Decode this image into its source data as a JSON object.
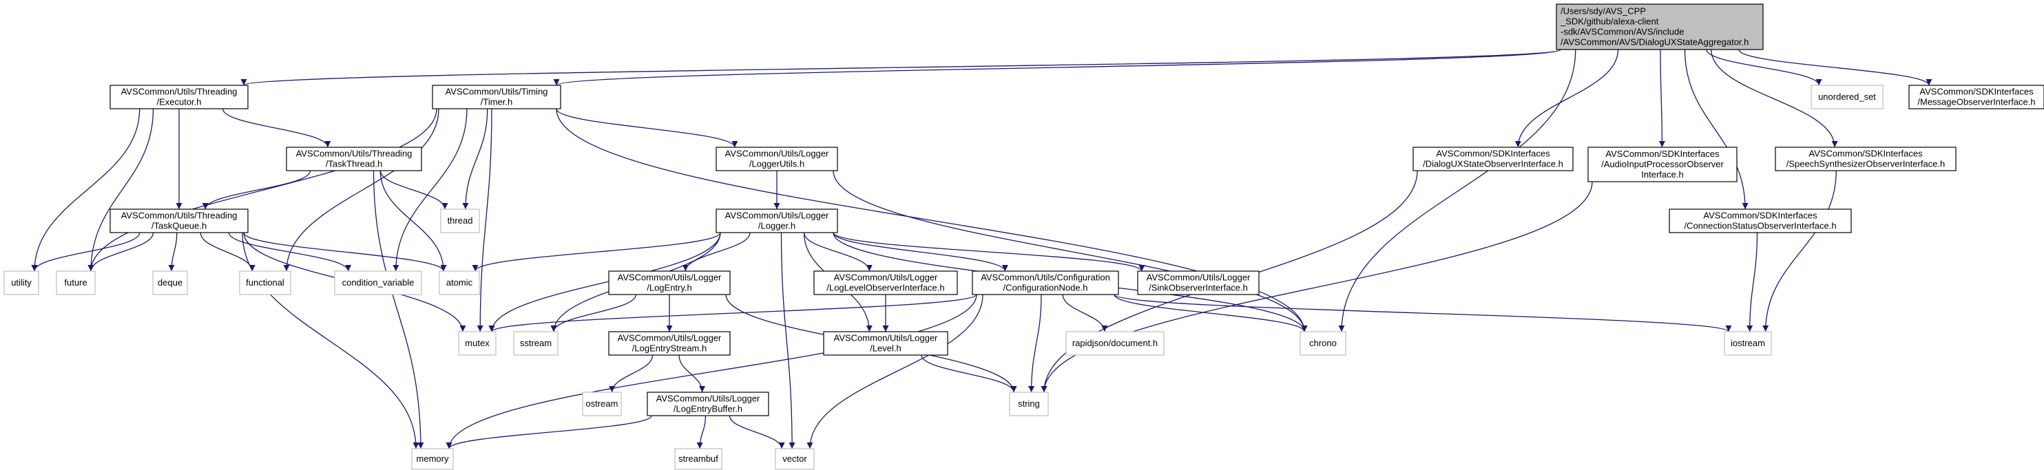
{
  "colors": {
    "edge": "#191970",
    "root_fill": "#bfbfbf",
    "node_border": "#000000",
    "system_border": "#bfbfbf",
    "background": "#ffffff"
  },
  "nodes": [
    {
      "id": "root",
      "lines": [
        "/Users/sdy/AVS_CPP",
        "_SDK/github/alexa-client",
        "-sdk/AVSCommon/AVS/include",
        "/AVSCommon/AVS/DialogUXStateAggregator.h"
      ],
      "kind": "root"
    },
    {
      "id": "executor",
      "lines": [
        "AVSCommon/Utils/Threading",
        "/Executor.h"
      ],
      "kind": "file"
    },
    {
      "id": "timer",
      "lines": [
        "AVSCommon/Utils/Timing",
        "/Timer.h"
      ],
      "kind": "file"
    },
    {
      "id": "taskthread",
      "lines": [
        "AVSCommon/Utils/Threading",
        "/TaskThread.h"
      ],
      "kind": "file"
    },
    {
      "id": "taskqueue",
      "lines": [
        "AVSCommon/Utils/Threading",
        "/TaskQueue.h"
      ],
      "kind": "file"
    },
    {
      "id": "loggerutils",
      "lines": [
        "AVSCommon/Utils/Logger",
        "/LoggerUtils.h"
      ],
      "kind": "file"
    },
    {
      "id": "logger",
      "lines": [
        "AVSCommon/Utils/Logger",
        "/Logger.h"
      ],
      "kind": "file"
    },
    {
      "id": "logentry",
      "lines": [
        "AVSCommon/Utils/Logger",
        "/LogEntry.h"
      ],
      "kind": "file"
    },
    {
      "id": "loglevelobs",
      "lines": [
        "AVSCommon/Utils/Logger",
        "/LogLevelObserverInterface.h"
      ],
      "kind": "file"
    },
    {
      "id": "confignode",
      "lines": [
        "AVSCommon/Utils/Configuration",
        "/ConfigurationNode.h"
      ],
      "kind": "file"
    },
    {
      "id": "sinkobs",
      "lines": [
        "AVSCommon/Utils/Logger",
        "/SinkObserverInterface.h"
      ],
      "kind": "file"
    },
    {
      "id": "logentrystream",
      "lines": [
        "AVSCommon/Utils/Logger",
        "/LogEntryStream.h"
      ],
      "kind": "file"
    },
    {
      "id": "level",
      "lines": [
        "AVSCommon/Utils/Logger",
        "/Level.h"
      ],
      "kind": "file"
    },
    {
      "id": "logentrybuffer",
      "lines": [
        "AVSCommon/Utils/Logger",
        "/LogEntryBuffer.h"
      ],
      "kind": "file"
    },
    {
      "id": "dialogobs",
      "lines": [
        "AVSCommon/SDKInterfaces",
        "/DialogUXStateObserverInterface.h"
      ],
      "kind": "file"
    },
    {
      "id": "audioinput",
      "lines": [
        "AVSCommon/SDKInterfaces",
        "/AudioInputProcessorObserver",
        "Interface.h"
      ],
      "kind": "file"
    },
    {
      "id": "speechsynth",
      "lines": [
        "AVSCommon/SDKInterfaces",
        "/SpeechSynthesizerObserverInterface.h"
      ],
      "kind": "file"
    },
    {
      "id": "connstatus",
      "lines": [
        "AVSCommon/SDKInterfaces",
        "/ConnectionStatusObserverInterface.h"
      ],
      "kind": "file"
    },
    {
      "id": "msgobs",
      "lines": [
        "AVSCommon/SDKInterfaces",
        "/MessageObserverInterface.h"
      ],
      "kind": "file"
    },
    {
      "id": "unordered_set",
      "lines": [
        "unordered_set"
      ],
      "kind": "system"
    },
    {
      "id": "utility",
      "lines": [
        "utility"
      ],
      "kind": "system"
    },
    {
      "id": "future",
      "lines": [
        "future"
      ],
      "kind": "system"
    },
    {
      "id": "deque",
      "lines": [
        "deque"
      ],
      "kind": "system"
    },
    {
      "id": "functional",
      "lines": [
        "functional"
      ],
      "kind": "system"
    },
    {
      "id": "condition_variable",
      "lines": [
        "condition_variable"
      ],
      "kind": "system"
    },
    {
      "id": "atomic",
      "lines": [
        "atomic"
      ],
      "kind": "system"
    },
    {
      "id": "thread",
      "lines": [
        "thread"
      ],
      "kind": "system"
    },
    {
      "id": "mutex",
      "lines": [
        "mutex"
      ],
      "kind": "system"
    },
    {
      "id": "sstream",
      "lines": [
        "sstream"
      ],
      "kind": "system"
    },
    {
      "id": "chrono",
      "lines": [
        "chrono"
      ],
      "kind": "system"
    },
    {
      "id": "iostream",
      "lines": [
        "iostream"
      ],
      "kind": "system"
    },
    {
      "id": "rapidjson",
      "lines": [
        "rapidjson/document.h"
      ],
      "kind": "system"
    },
    {
      "id": "string",
      "lines": [
        "string"
      ],
      "kind": "system"
    },
    {
      "id": "ostream",
      "lines": [
        "ostream"
      ],
      "kind": "system"
    },
    {
      "id": "memory",
      "lines": [
        "memory"
      ],
      "kind": "system"
    },
    {
      "id": "streambuf",
      "lines": [
        "streambuf"
      ],
      "kind": "system"
    },
    {
      "id": "vector",
      "lines": [
        "vector"
      ],
      "kind": "system"
    }
  ],
  "edges": [
    [
      "root",
      "executor"
    ],
    [
      "root",
      "timer"
    ],
    [
      "root",
      "chrono"
    ],
    [
      "root",
      "dialogobs"
    ],
    [
      "root",
      "audioinput"
    ],
    [
      "root",
      "connstatus"
    ],
    [
      "root",
      "speechsynth"
    ],
    [
      "root",
      "unordered_set"
    ],
    [
      "root",
      "msgobs"
    ],
    [
      "executor",
      "utility"
    ],
    [
      "executor",
      "future"
    ],
    [
      "executor",
      "taskqueue"
    ],
    [
      "executor",
      "taskthread"
    ],
    [
      "timer",
      "future"
    ],
    [
      "timer",
      "functional"
    ],
    [
      "timer",
      "thread"
    ],
    [
      "timer",
      "condition_variable"
    ],
    [
      "timer",
      "mutex"
    ],
    [
      "timer",
      "loggerutils"
    ],
    [
      "timer",
      "chrono"
    ],
    [
      "taskthread",
      "taskqueue"
    ],
    [
      "taskthread",
      "thread"
    ],
    [
      "taskthread",
      "atomic"
    ],
    [
      "taskthread",
      "memory"
    ],
    [
      "taskqueue",
      "utility"
    ],
    [
      "taskqueue",
      "future"
    ],
    [
      "taskqueue",
      "deque"
    ],
    [
      "taskqueue",
      "functional"
    ],
    [
      "taskqueue",
      "condition_variable"
    ],
    [
      "taskqueue",
      "atomic"
    ],
    [
      "taskqueue",
      "mutex"
    ],
    [
      "taskqueue",
      "memory"
    ],
    [
      "loggerutils",
      "logger"
    ],
    [
      "loggerutils",
      "chrono"
    ],
    [
      "logger",
      "atomic"
    ],
    [
      "logger",
      "mutex"
    ],
    [
      "logger",
      "sstream"
    ],
    [
      "logger",
      "logentry"
    ],
    [
      "logger",
      "loglevelobs"
    ],
    [
      "logger",
      "confignode"
    ],
    [
      "logger",
      "sinkobs"
    ],
    [
      "logger",
      "level"
    ],
    [
      "logger",
      "chrono"
    ],
    [
      "logger",
      "vector"
    ],
    [
      "logentry",
      "sstream"
    ],
    [
      "logentry",
      "logentrystream"
    ],
    [
      "logentry",
      "string"
    ],
    [
      "loglevelobs",
      "level"
    ],
    [
      "confignode",
      "mutex"
    ],
    [
      "confignode",
      "chrono"
    ],
    [
      "confignode",
      "rapidjson"
    ],
    [
      "confignode",
      "string"
    ],
    [
      "confignode",
      "iostream"
    ],
    [
      "confignode",
      "memory"
    ],
    [
      "confignode",
      "vector"
    ],
    [
      "logentrystream",
      "ostream"
    ],
    [
      "logentrystream",
      "logentrybuffer"
    ],
    [
      "logentrybuffer",
      "memory"
    ],
    [
      "logentrybuffer",
      "streambuf"
    ],
    [
      "logentrybuffer",
      "vector"
    ],
    [
      "level",
      "string"
    ],
    [
      "dialogobs",
      "string"
    ],
    [
      "audioinput",
      "string"
    ],
    [
      "connstatus",
      "iostream"
    ],
    [
      "speechsynth",
      "iostream"
    ]
  ]
}
